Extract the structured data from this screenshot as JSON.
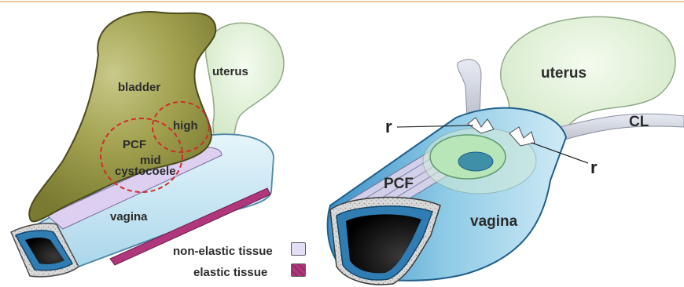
{
  "left_diagram": {
    "labels": {
      "bladder": "bladder",
      "uterus": "uterus",
      "high": "high",
      "pcf": "PCF",
      "mid": "mid",
      "cystocoele": "cystocoele",
      "vagina": "vagina"
    },
    "legend": [
      {
        "label": "non-elastic tissue",
        "color": "#e4ddf6"
      },
      {
        "label": "elastic tissue",
        "color": "#b0377c"
      }
    ]
  },
  "right_diagram": {
    "labels": {
      "uterus": "uterus",
      "cl": "CL",
      "r_top": "r",
      "r_right": "r",
      "pcf": "PCF",
      "vagina": "vagina"
    }
  },
  "colors": {
    "bladder": "#9a9a45",
    "uterus": "#dff0d6",
    "vagina_light": "#c5e3f1",
    "vagina_dark": "#2f7db3",
    "dashed_circle": "#d42a2a",
    "ligament": "#cbd0dc"
  }
}
